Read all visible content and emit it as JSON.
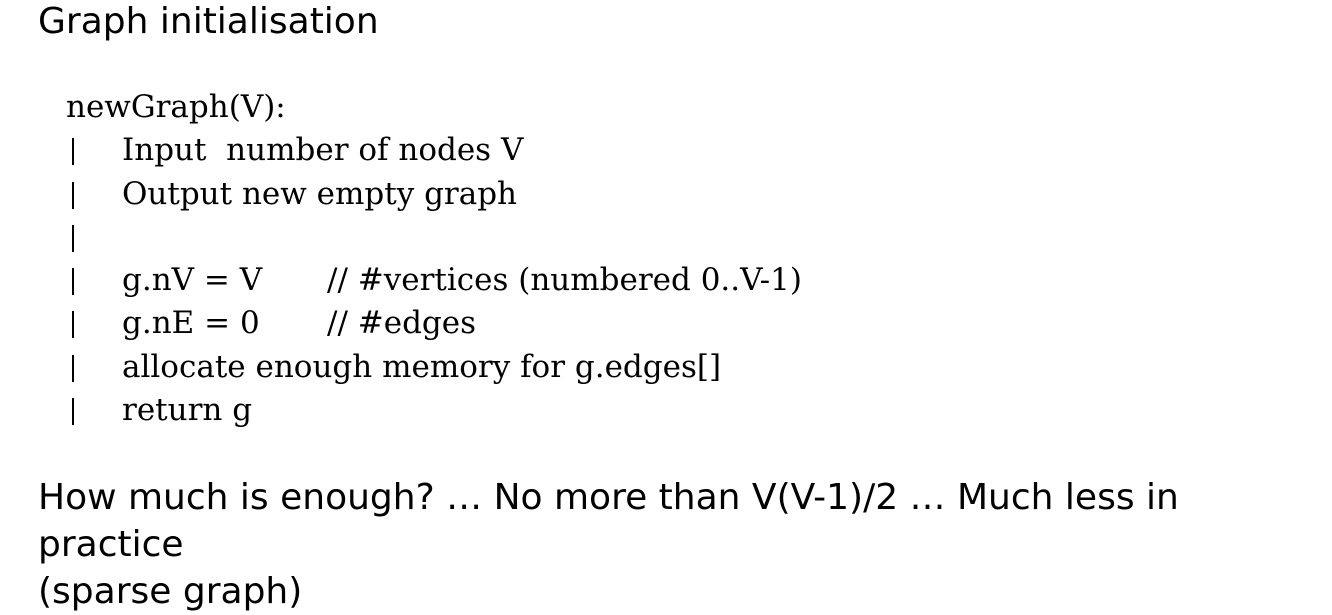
{
  "heading": "Graph initialisation",
  "code": {
    "signature": "newGraph(V):",
    "lines": [
      {
        "text": "Input  number of nodes V",
        "comment": ""
      },
      {
        "text": "Output new empty graph",
        "comment": ""
      },
      {
        "text": "",
        "comment": ""
      },
      {
        "text": "g.nV = V",
        "comment": "// #vertices (numbered 0..V-1)"
      },
      {
        "text": "g.nE = 0",
        "comment": "// #edges"
      },
      {
        "text": "allocate enough memory for g.edges[]",
        "comment": ""
      },
      {
        "text": "return g",
        "comment": ""
      }
    ]
  },
  "footer": {
    "line1": "How much is enough? … No more than V(V-1)/2 … Much less in practice",
    "line2": "(sparse graph)"
  }
}
